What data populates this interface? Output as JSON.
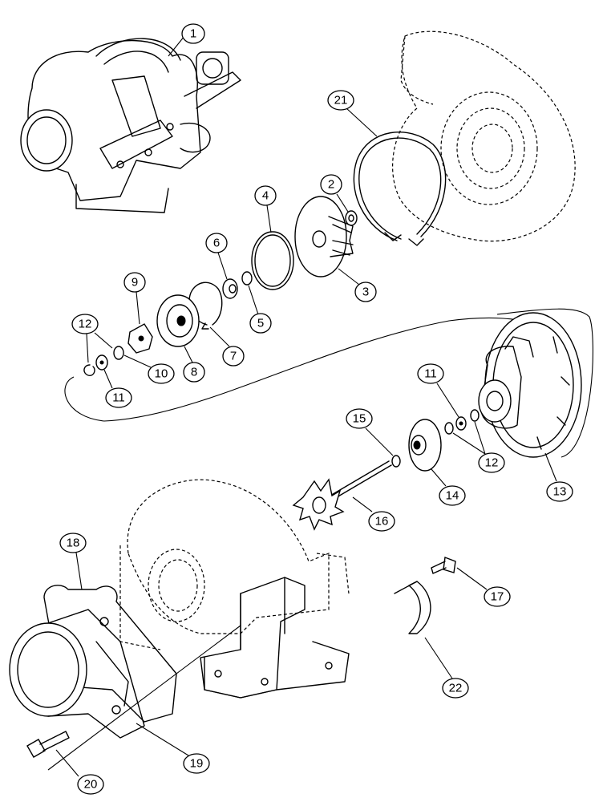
{
  "diagram": {
    "callouts": [
      {
        "id": "c1",
        "label": "1"
      },
      {
        "id": "c21",
        "label": "21"
      },
      {
        "id": "c2",
        "label": "2"
      },
      {
        "id": "c4",
        "label": "4"
      },
      {
        "id": "c6",
        "label": "6"
      },
      {
        "id": "c3",
        "label": "3"
      },
      {
        "id": "c9",
        "label": "9"
      },
      {
        "id": "c5",
        "label": "5"
      },
      {
        "id": "c12a",
        "label": "12"
      },
      {
        "id": "c10",
        "label": "10"
      },
      {
        "id": "c8",
        "label": "8"
      },
      {
        "id": "c7",
        "label": "7"
      },
      {
        "id": "c11a",
        "label": "11"
      },
      {
        "id": "c11b",
        "label": "11"
      },
      {
        "id": "c15",
        "label": "15"
      },
      {
        "id": "c12b",
        "label": "12"
      },
      {
        "id": "c14",
        "label": "14"
      },
      {
        "id": "c13",
        "label": "13"
      },
      {
        "id": "c16",
        "label": "16"
      },
      {
        "id": "c18",
        "label": "18"
      },
      {
        "id": "c17",
        "label": "17"
      },
      {
        "id": "c22",
        "label": "22"
      },
      {
        "id": "c19",
        "label": "19"
      },
      {
        "id": "c20",
        "label": "20"
      }
    ]
  }
}
